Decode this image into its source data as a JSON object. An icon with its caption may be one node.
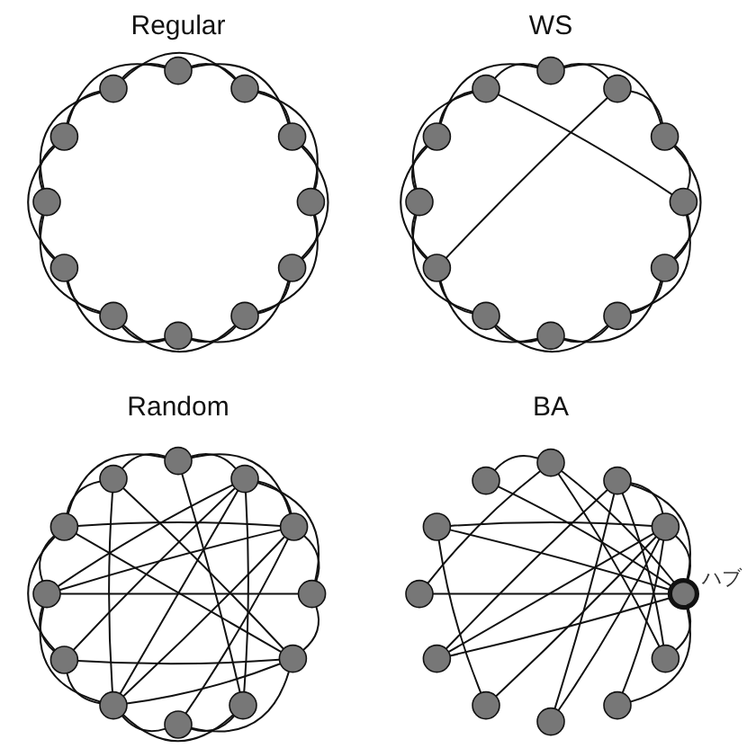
{
  "diagram": {
    "nodes": [
      {
        "text": [],
        "shape": "circle"
      },
      {
        "text": [],
        "shape": "circle"
      },
      {
        "text": [],
        "shape": "circle"
      },
      {
        "text": [],
        "shape": "circle"
      },
      {
        "text": [],
        "shape": "circle"
      },
      {
        "text": [],
        "shape": "circle"
      },
      {
        "text": [],
        "shape": "circle"
      },
      {
        "text": [],
        "shape": "circle"
      },
      {
        "text": [],
        "shape": "circle"
      },
      {
        "text": [],
        "shape": "circle"
      },
      {
        "text": [],
        "shape": "circle"
      },
      {
        "text": [],
        "shape": "circle"
      },
      {
        "text": [],
        "shape": "circle"
      },
      {
        "text": [],
        "shape": "circle"
      },
      {
        "text": [],
        "shape": "circle"
      },
      {
        "text": [],
        "shape": "circle"
      },
      {
        "text": [],
        "shape": "circle"
      },
      {
        "text": [],
        "shape": "circle"
      },
      {
        "text": [],
        "shape": "circle"
      },
      {
        "text": [],
        "shape": "circle"
      },
      {
        "text": [],
        "shape": "circle"
      },
      {
        "text": [],
        "shape": "circle"
      },
      {
        "text": [],
        "shape": "circle"
      },
      {
        "text": [],
        "shape": "circle"
      },
      {
        "text": [],
        "shape": "circle"
      },
      {
        "text": [],
        "shape": "circle"
      },
      {
        "text": [],
        "shape": "circle"
      },
      {
        "text": [],
        "shape": "circle"
      },
      {
        "text": [],
        "shape": "circle"
      },
      {
        "text": [],
        "shape": "circle"
      },
      {
        "text": [],
        "shape": "circle"
      },
      {
        "text": [],
        "shape": "circle"
      },
      {
        "text": [],
        "shape": "circle"
      },
      {
        "text": [],
        "shape": "circle"
      },
      {
        "text": [],
        "shape": "circle"
      },
      {
        "text": [],
        "shape": "circle"
      },
      {
        "text": [],
        "shape": "circle"
      },
      {
        "text": [],
        "shape": "circle"
      },
      {
        "text": [],
        "shape": "circle"
      },
      {
        "text": [],
        "shape": "circle",
        "beside": [
          "ハブ"
        ]
      },
      {
        "text": [],
        "shape": "circle"
      },
      {
        "text": [],
        "shape": "circle"
      },
      {
        "text": [],
        "shape": "circle"
      },
      {
        "text": [],
        "shape": "circle"
      },
      {
        "text": [],
        "shape": "circle"
      },
      {
        "text": [],
        "shape": "circle"
      },
      {
        "text": [],
        "shape": "circle"
      },
      {
        "text": [],
        "shape": "circle"
      }
    ],
    "edges": [
      {
        "from": 0,
        "to": 1,
        "arrow": "none"
      },
      {
        "from": 0,
        "to": 2,
        "arrow": "none"
      },
      {
        "from": 1,
        "to": 2,
        "arrow": "none"
      },
      {
        "from": 1,
        "to": 3,
        "arrow": "none"
      },
      {
        "from": 2,
        "to": 3,
        "arrow": "none"
      },
      {
        "from": 2,
        "to": 4,
        "arrow": "none"
      },
      {
        "from": 3,
        "to": 4,
        "arrow": "none"
      },
      {
        "from": 3,
        "to": 5,
        "arrow": "none"
      },
      {
        "from": 4,
        "to": 5,
        "arrow": "none"
      },
      {
        "from": 4,
        "to": 6,
        "arrow": "none"
      },
      {
        "from": 5,
        "to": 6,
        "arrow": "none"
      },
      {
        "from": 5,
        "to": 7,
        "arrow": "none"
      },
      {
        "from": 6,
        "to": 7,
        "arrow": "none"
      },
      {
        "from": 6,
        "to": 8,
        "arrow": "none"
      },
      {
        "from": 7,
        "to": 8,
        "arrow": "none"
      },
      {
        "from": 7,
        "to": 9,
        "arrow": "none"
      },
      {
        "from": 8,
        "to": 9,
        "arrow": "none"
      },
      {
        "from": 8,
        "to": 10,
        "arrow": "none"
      },
      {
        "from": 9,
        "to": 10,
        "arrow": "none"
      },
      {
        "from": 9,
        "to": 11,
        "arrow": "none"
      },
      {
        "from": 10,
        "to": 11,
        "arrow": "none"
      },
      {
        "from": 10,
        "to": 0,
        "arrow": "none"
      },
      {
        "from": 11,
        "to": 0,
        "arrow": "none"
      },
      {
        "from": 11,
        "to": 1,
        "arrow": "none"
      },
      {
        "from": 12,
        "to": 13,
        "arrow": "none"
      },
      {
        "from": 12,
        "to": 14,
        "arrow": "none"
      },
      {
        "from": 13,
        "to": 14,
        "arrow": "none"
      },
      {
        "from": 13,
        "to": 20,
        "arrow": "none"
      },
      {
        "from": 14,
        "to": 15,
        "arrow": "none"
      },
      {
        "from": 14,
        "to": 16,
        "arrow": "none"
      },
      {
        "from": 15,
        "to": 16,
        "arrow": "none"
      },
      {
        "from": 15,
        "to": 17,
        "arrow": "none"
      },
      {
        "from": 16,
        "to": 17,
        "arrow": "none"
      },
      {
        "from": 16,
        "to": 18,
        "arrow": "none"
      },
      {
        "from": 17,
        "to": 18,
        "arrow": "none"
      },
      {
        "from": 17,
        "to": 19,
        "arrow": "none"
      },
      {
        "from": 18,
        "to": 19,
        "arrow": "none"
      },
      {
        "from": 18,
        "to": 20,
        "arrow": "none"
      },
      {
        "from": 19,
        "to": 20,
        "arrow": "none"
      },
      {
        "from": 19,
        "to": 21,
        "arrow": "none"
      },
      {
        "from": 20,
        "to": 21,
        "arrow": "none"
      },
      {
        "from": 20,
        "to": 22,
        "arrow": "none"
      },
      {
        "from": 21,
        "to": 22,
        "arrow": "none"
      },
      {
        "from": 21,
        "to": 23,
        "arrow": "none"
      },
      {
        "from": 22,
        "to": 23,
        "arrow": "none"
      },
      {
        "from": 22,
        "to": 12,
        "arrow": "none"
      },
      {
        "from": 23,
        "to": 12,
        "arrow": "none"
      },
      {
        "from": 23,
        "to": 15,
        "arrow": "none"
      },
      {
        "from": 35,
        "to": 24,
        "arrow": "none"
      },
      {
        "from": 24,
        "to": 25,
        "arrow": "none"
      },
      {
        "from": 34,
        "to": 35,
        "arrow": "none"
      },
      {
        "from": 34,
        "to": 33,
        "arrow": "none"
      },
      {
        "from": 33,
        "to": 32,
        "arrow": "none"
      },
      {
        "from": 32,
        "to": 31,
        "arrow": "none"
      },
      {
        "from": 31,
        "to": 30,
        "arrow": "none"
      },
      {
        "from": 30,
        "to": 29,
        "arrow": "none"
      },
      {
        "from": 26,
        "to": 27,
        "arrow": "none"
      },
      {
        "from": 27,
        "to": 28,
        "arrow": "none"
      },
      {
        "from": 25,
        "to": 26,
        "arrow": "none"
      },
      {
        "from": 33,
        "to": 27,
        "arrow": "none"
      },
      {
        "from": 34,
        "to": 26,
        "arrow": "none"
      },
      {
        "from": 33,
        "to": 26,
        "arrow": "none"
      },
      {
        "from": 35,
        "to": 28,
        "arrow": "none"
      },
      {
        "from": 24,
        "to": 29,
        "arrow": "none"
      },
      {
        "from": 25,
        "to": 31,
        "arrow": "none"
      },
      {
        "from": 25,
        "to": 32,
        "arrow": "none"
      },
      {
        "from": 25,
        "to": 29,
        "arrow": "none"
      },
      {
        "from": 26,
        "to": 31,
        "arrow": "none"
      },
      {
        "from": 26,
        "to": 30,
        "arrow": "none"
      },
      {
        "from": 34,
        "to": 28,
        "arrow": "none"
      },
      {
        "from": 32,
        "to": 28,
        "arrow": "none"
      },
      {
        "from": 31,
        "to": 28,
        "arrow": "none"
      },
      {
        "from": 35,
        "to": 31,
        "arrow": "none"
      },
      {
        "from": 34,
        "to": 24,
        "arrow": "none"
      },
      {
        "from": 24,
        "to": 26,
        "arrow": "none"
      },
      {
        "from": 25,
        "to": 27,
        "arrow": "none"
      },
      {
        "from": 34,
        "to": 32,
        "arrow": "none"
      },
      {
        "from": 33,
        "to": 31,
        "arrow": "none"
      },
      {
        "from": 31,
        "to": 29,
        "arrow": "none"
      },
      {
        "from": 30,
        "to": 28,
        "arrow": "none"
      },
      {
        "from": 33,
        "to": 25,
        "arrow": "none"
      },
      {
        "from": 47,
        "to": 36,
        "arrow": "none"
      },
      {
        "from": 47,
        "to": 39,
        "arrow": "none"
      },
      {
        "from": 36,
        "to": 39,
        "arrow": "none"
      },
      {
        "from": 36,
        "to": 40,
        "arrow": "none"
      },
      {
        "from": 36,
        "to": 45,
        "arrow": "none"
      },
      {
        "from": 45,
        "to": 39,
        "arrow": "none"
      },
      {
        "from": 37,
        "to": 39,
        "arrow": "none"
      },
      {
        "from": 37,
        "to": 38,
        "arrow": "none"
      },
      {
        "from": 37,
        "to": 44,
        "arrow": "none"
      },
      {
        "from": 37,
        "to": 40,
        "arrow": "none"
      },
      {
        "from": 46,
        "to": 39,
        "arrow": "none"
      },
      {
        "from": 46,
        "to": 38,
        "arrow": "none"
      },
      {
        "from": 46,
        "to": 43,
        "arrow": "none"
      },
      {
        "from": 38,
        "to": 39,
        "arrow": "none"
      },
      {
        "from": 38,
        "to": 42,
        "arrow": "none"
      },
      {
        "from": 38,
        "to": 43,
        "arrow": "none"
      },
      {
        "from": 38,
        "to": 41,
        "arrow": "none"
      },
      {
        "from": 44,
        "to": 39,
        "arrow": "none"
      },
      {
        "from": 37,
        "to": 42,
        "arrow": "none"
      },
      {
        "from": 41,
        "to": 39,
        "arrow": "none"
      },
      {
        "from": 40,
        "to": 39,
        "arrow": "none"
      },
      {
        "from": 44,
        "to": 38,
        "arrow": "none"
      }
    ],
    "labels": [
      "Regular",
      "WS",
      "Random",
      "BA"
    ]
  }
}
